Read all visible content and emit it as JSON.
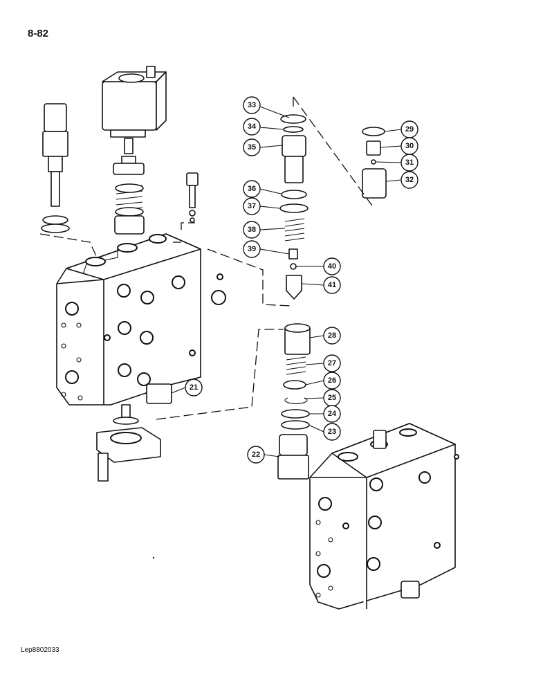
{
  "page": {
    "number": "8-82",
    "reference": "Lep8802033"
  },
  "callouts": {
    "c21": "21",
    "c22": "22",
    "c23": "23",
    "c24": "24",
    "c25": "25",
    "c26": "26",
    "c27": "27",
    "c28": "28",
    "c29": "29",
    "c30": "30",
    "c31": "31",
    "c32": "32",
    "c33": "33",
    "c34": "34",
    "c35": "35",
    "c36": "36",
    "c37": "37",
    "c38": "38",
    "c39": "39",
    "c40": "40",
    "c41": "41"
  },
  "colors": {
    "ink": "#111111",
    "paper": "#ffffff"
  }
}
